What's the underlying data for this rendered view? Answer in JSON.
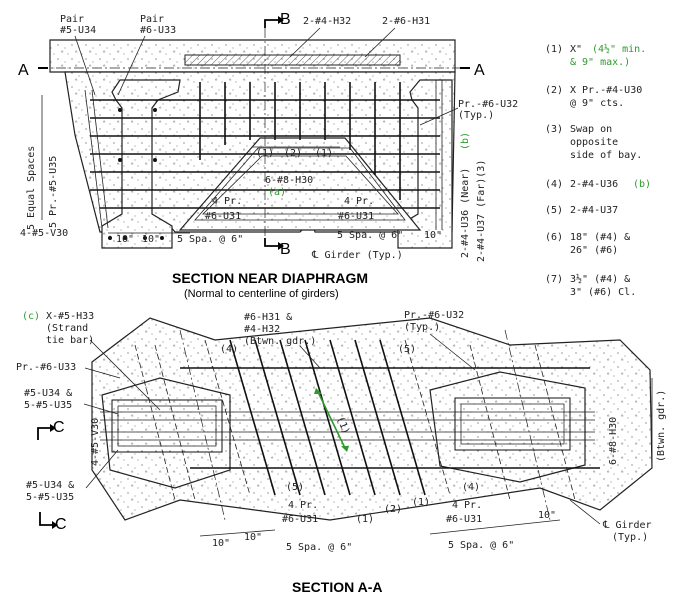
{
  "section_near_diaphragm": {
    "title": "SECTION NEAR DIAPHRAGM",
    "subtitle": "(Normal to centerline of girders)",
    "cut_marks": {
      "a": "A",
      "b": "B"
    },
    "labels": {
      "pair_u34": [
        "Pair",
        "#5-U34"
      ],
      "pair_u33": [
        "Pair",
        "#6-U33"
      ],
      "h32": "2-#4-H32",
      "h31": "2-#6-H31",
      "u32": [
        "Pr.-#6-U32",
        "(Typ.)"
      ],
      "equal_spaces": "5 Equal Spaces",
      "u35": "5 Pr.-#5-U35",
      "dim1a": "(1)",
      "dim2": "(2)",
      "dim1b": "(1)",
      "h30": "6-#8-H30",
      "h30_note": "(a)",
      "u31_left": [
        "4 Pr.",
        "#6-U31"
      ],
      "u31_right": [
        "4 Pr.",
        "#6-U31"
      ],
      "v30": "4-#5-V30",
      "ten_a": "10\"",
      "ten_b": "10\"",
      "spa_left": "5 Spa. @ 6\"",
      "spa_right": "5 Spa. @ 6\"",
      "ten_c": "10\"",
      "girder_cl": "℄ Girder (Typ.)",
      "u36": "2-#4-U36 (Near)",
      "u36_note": "(b)",
      "u37": "2-#4-U37 (Far)(3)"
    }
  },
  "notes": [
    {
      "num": "(1)",
      "lines": [
        "X\"",
        "& 9\" max.)"
      ],
      "green": "(4½\" min."
    },
    {
      "num": "(2)",
      "lines": [
        "X Pr.-#4-U30",
        "@ 9\" cts."
      ]
    },
    {
      "num": "(3)",
      "lines": [
        "Swap on",
        "opposite",
        "side of bay."
      ]
    },
    {
      "num": "(4)",
      "lines": [
        "2-#4-U36"
      ],
      "green": "(b)"
    },
    {
      "num": "(5)",
      "lines": [
        "2-#4-U37"
      ]
    },
    {
      "num": "(6)",
      "lines": [
        "18\" (#4) &",
        "26\" (#6)"
      ]
    },
    {
      "num": "(7)",
      "lines": [
        "3½\" (#4) &",
        "3\" (#6) Cl."
      ]
    }
  ],
  "section_aa": {
    "title": "SECTION A-A",
    "cut_mark": "C",
    "labels": {
      "h33": [
        "X-#5-H33",
        "(Strand",
        "tie bar)"
      ],
      "h33_note": "(c)",
      "u33": "Pr.-#6-U33",
      "u34_u35_top": [
        "#5-U34 &",
        "5-#5-U35"
      ],
      "v30": "4-#5-V30",
      "u34_u35_bot": [
        "#5-U34 &",
        "5-#5-U35"
      ],
      "h31_h32": [
        "#6-H31 &",
        "#4-H32",
        "(Btwn. gdr.)"
      ],
      "u32": [
        "Pr.-#6-U32",
        "(Typ.)"
      ],
      "n4a": "(4)",
      "n5a": "(5)",
      "n1mid": "(1)",
      "n5b": "(5)",
      "n4b": "(4)",
      "u31_left": [
        "4 Pr.",
        "#6-U31"
      ],
      "u31_right": [
        "4 Pr.",
        "#6-U31"
      ],
      "d1a": "(1)",
      "d2": "(2)",
      "d1b": "(1)",
      "ten_a": "10\"",
      "ten_b": "10\"",
      "spa_left": "5 Spa. @ 6\"",
      "spa_right": "5 Spa. @ 6\"",
      "ten_c": "10\"",
      "h30": [
        "6-#8-H30",
        "(Btwn. gdr.)"
      ],
      "girder_cl": [
        "℄ Girder",
        "(Typ.)"
      ]
    }
  }
}
